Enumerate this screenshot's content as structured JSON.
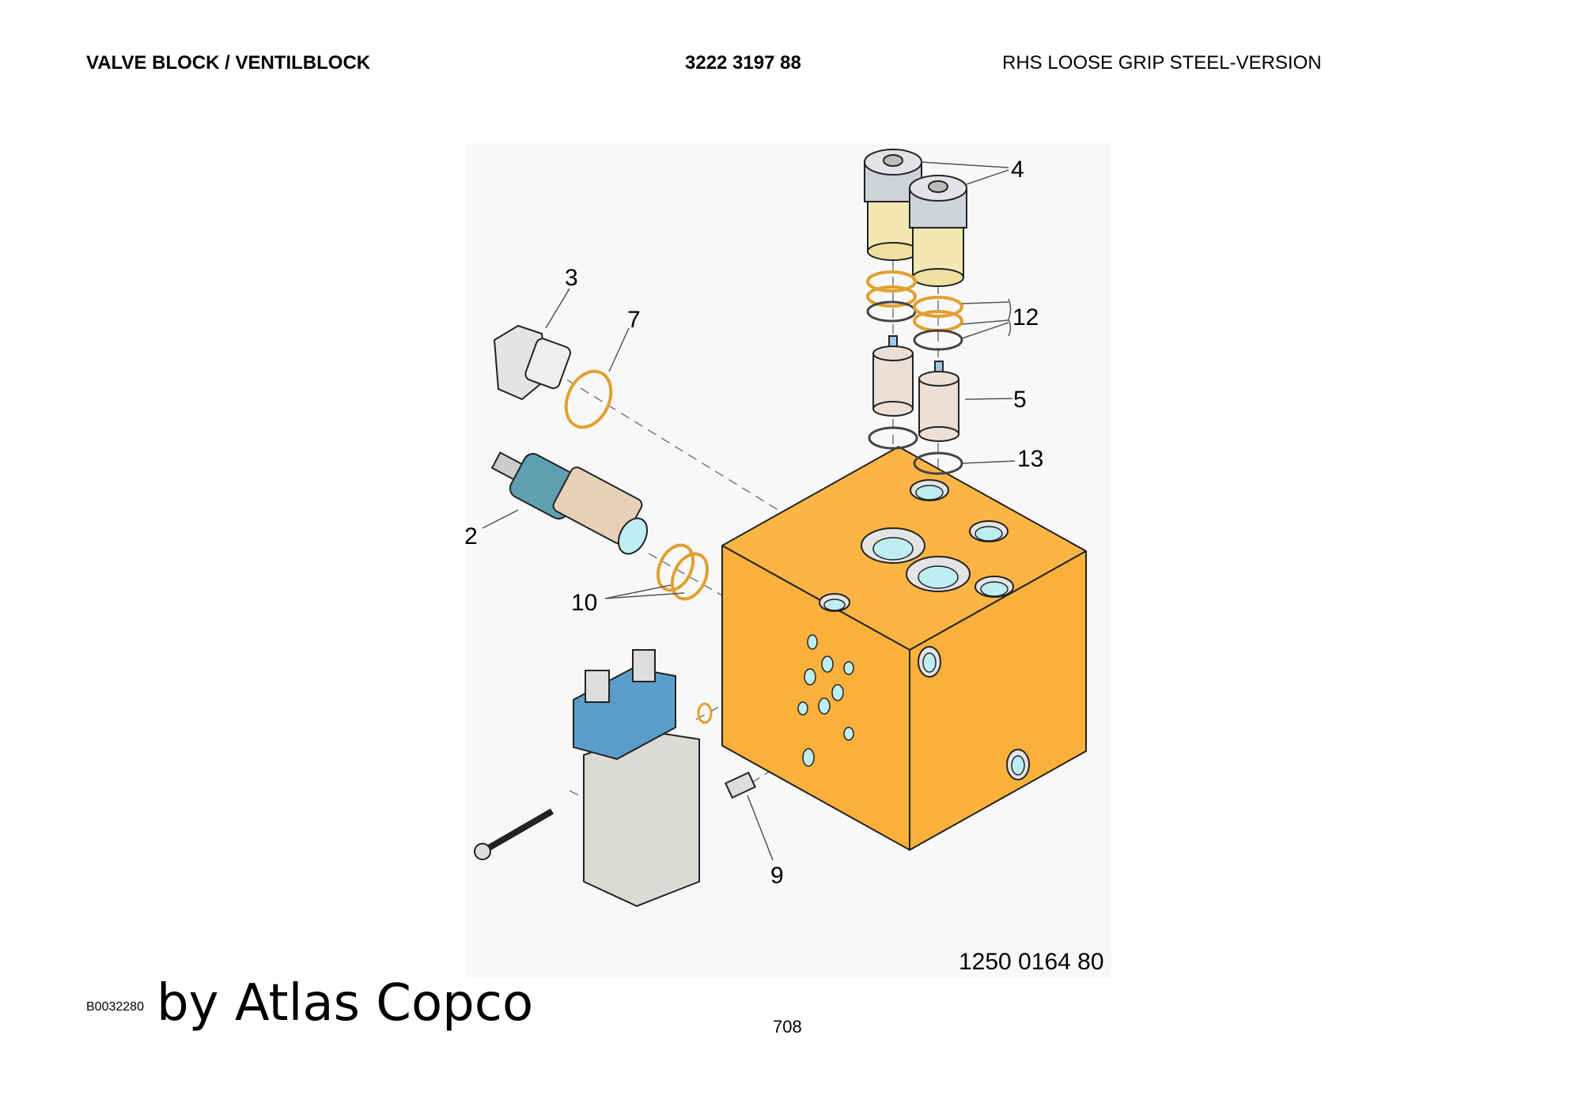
{
  "header": {
    "title": "VALVE BLOCK / VENTILBLOCK",
    "part_number": "3222 3197 88",
    "variant": "RHS LOOSE GRIP STEEL-VERSION"
  },
  "diagram": {
    "callouts": [
      "4",
      "3",
      "7",
      "12",
      "5",
      "13",
      "2",
      "10",
      "9"
    ],
    "drawing_number": "1250 0164 80",
    "colors": {
      "block": "#fbb03b",
      "coil": "#5b9dc9",
      "valve": "#5e9fb0",
      "ring": "#e2a030"
    }
  },
  "footer": {
    "doc_code": "B0032280",
    "brand": "by Atlas Copco",
    "page_number": "708"
  }
}
